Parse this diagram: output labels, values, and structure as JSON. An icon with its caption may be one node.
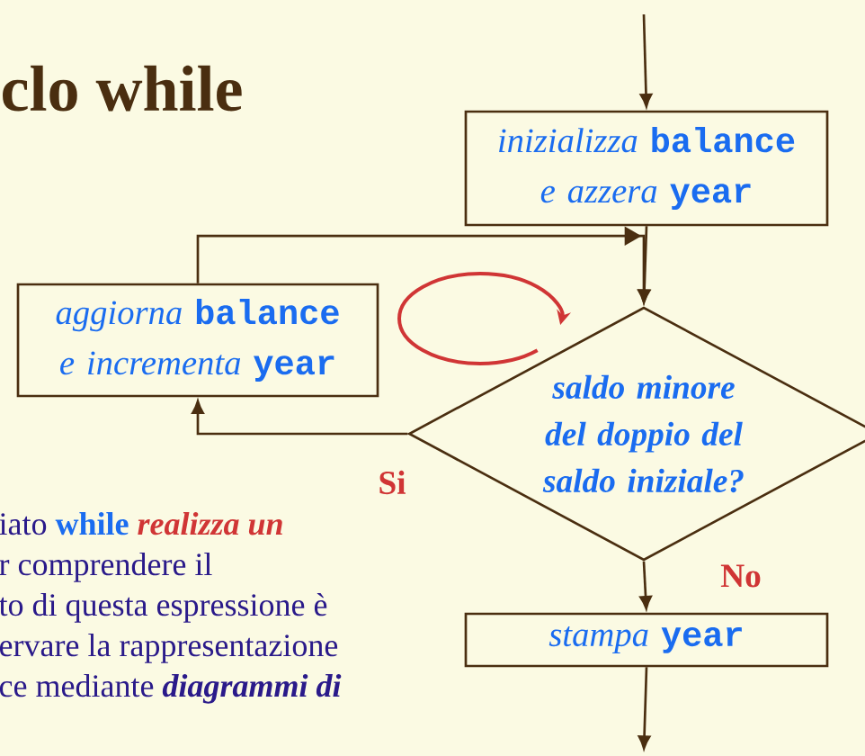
{
  "diagram": {
    "title": "clo while",
    "nodes": [
      {
        "text": [
          "*inizializza* balance *e azzera* year"
        ]
      },
      {
        "text": [
          "*aggiorna* balance *e incrementa* year"
        ]
      },
      {
        "text": [
          "saldo minore del doppio del saldo iniziale?"
        ]
      },
      {
        "text": [
          "*stampa* year"
        ]
      }
    ],
    "edges": [
      {
        "from": null,
        "to": 0,
        "arrow": "to"
      },
      {
        "from": 0,
        "to": 2,
        "arrow": "to"
      },
      {
        "from": 2,
        "to": 1,
        "arrow": "to",
        "label": "Si"
      },
      {
        "from": 1,
        "to": 2,
        "arrow": "to"
      },
      {
        "from": 2,
        "to": 3,
        "arrow": "to",
        "label": "No"
      },
      {
        "from": 3,
        "to": null,
        "arrow": "to"
      }
    ],
    "labels": [
      "iato **while** *realizza un*",
      "r comprendere il",
      "to di questa espressione è",
      "ervare la rappresentazione",
      "ce mediante *diagrammi di*"
    ]
  }
}
